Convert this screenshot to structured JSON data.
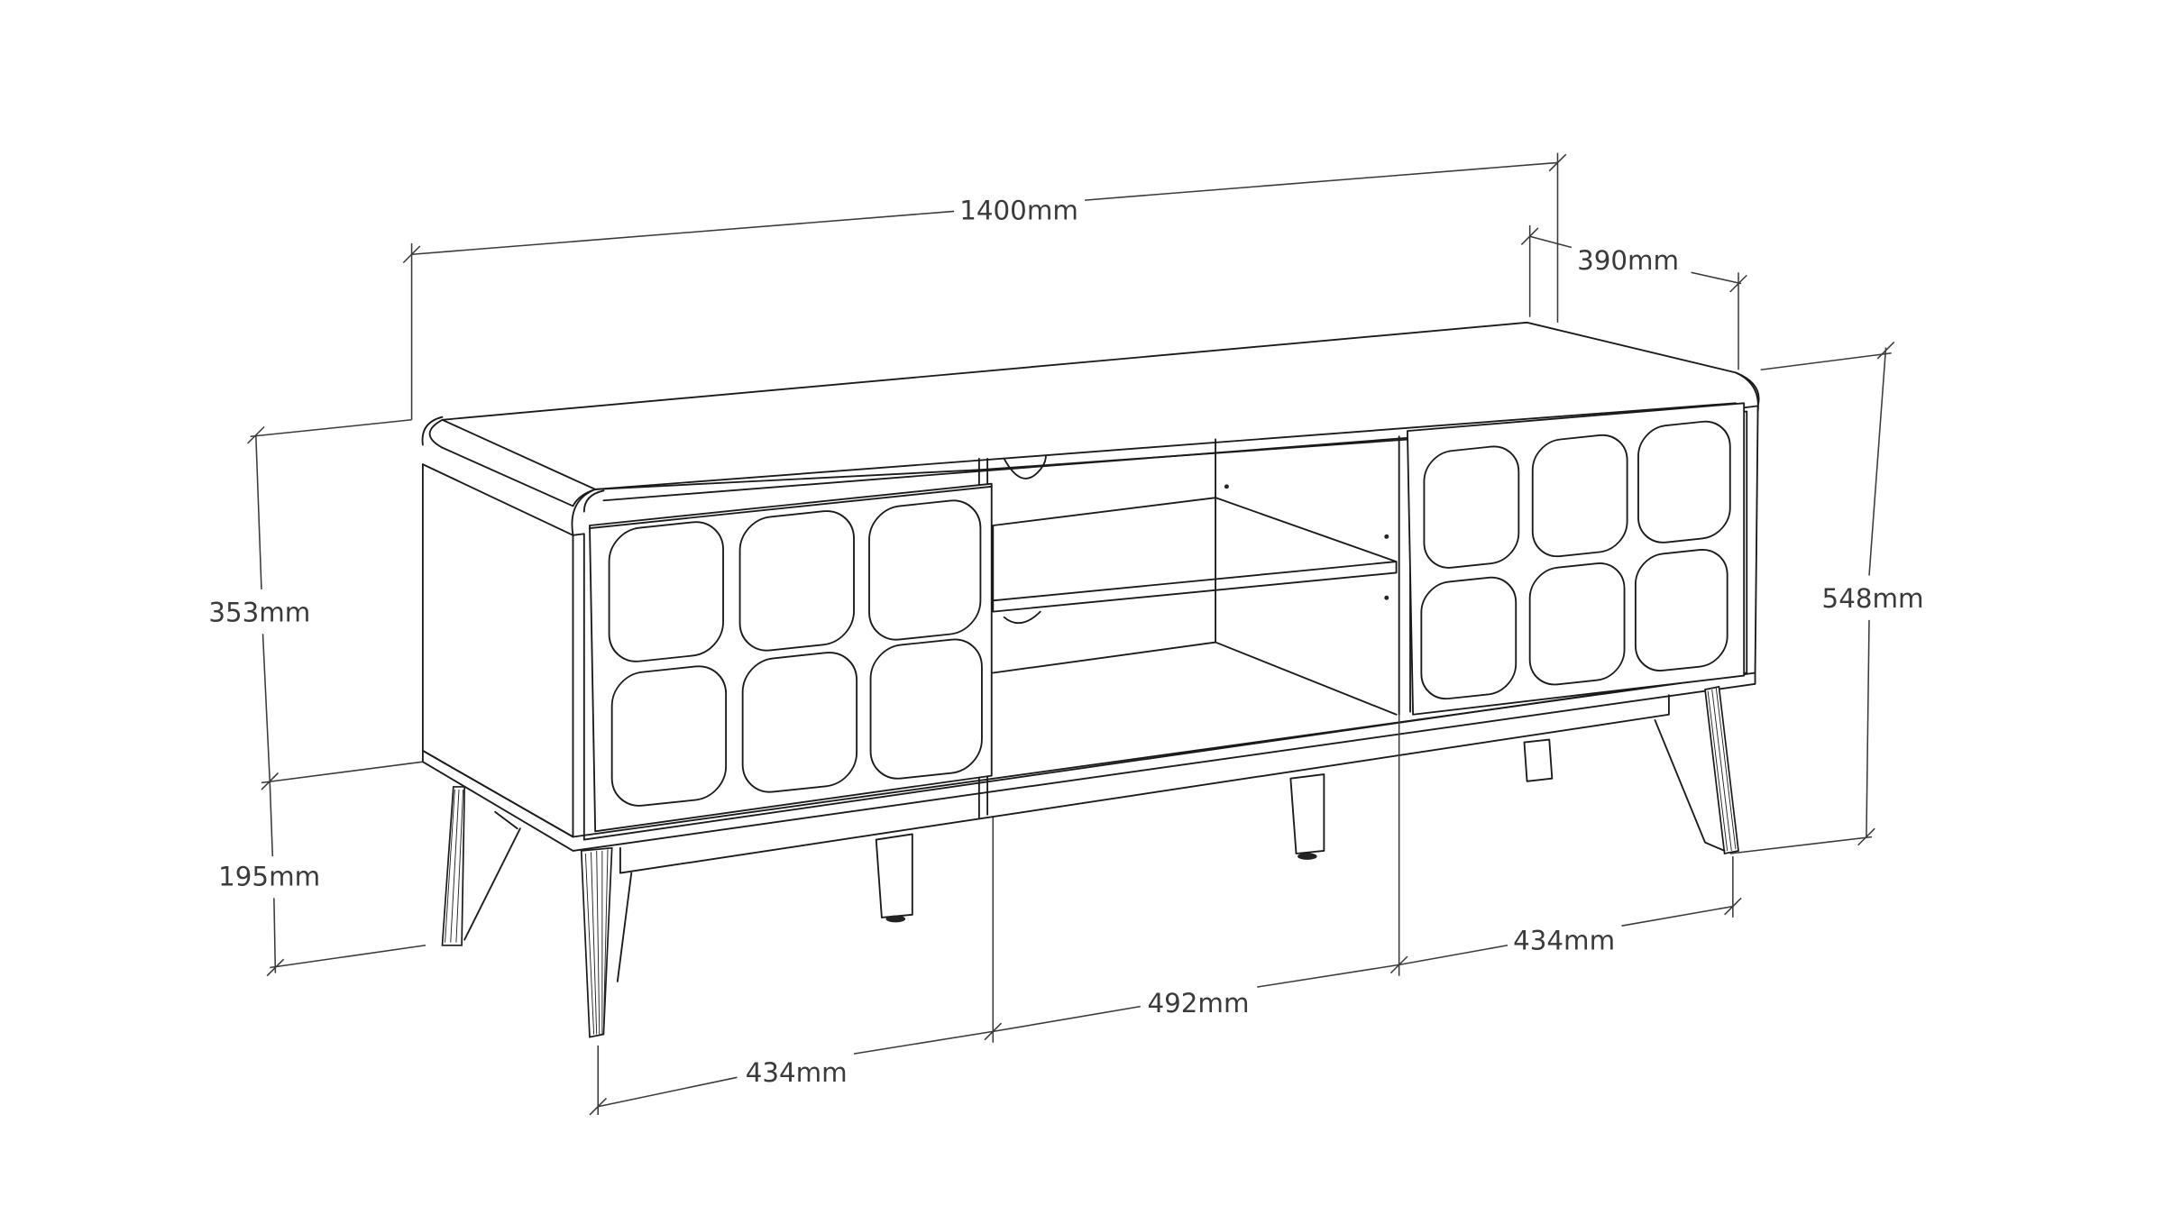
{
  "drawing": {
    "title": "TV stand dimension drawing",
    "background": "#ffffff",
    "line_color": "#1a1a1a",
    "label_color": "#3a3a3a"
  },
  "dimensions": {
    "overall_width": "1400mm",
    "depth": "390mm",
    "overall_height": "548mm",
    "body_height": "353mm",
    "leg_height": "195mm",
    "left_door_width": "434mm",
    "middle_open_width": "492mm",
    "right_door_width": "434mm"
  },
  "features": {
    "doors": 2,
    "door_panel_pattern": "3x2 rounded-square grid",
    "open_shelf_compartment": "center with 1 shelf and cable holes",
    "legs": "4 splayed tapered legs + 2 center support legs"
  }
}
